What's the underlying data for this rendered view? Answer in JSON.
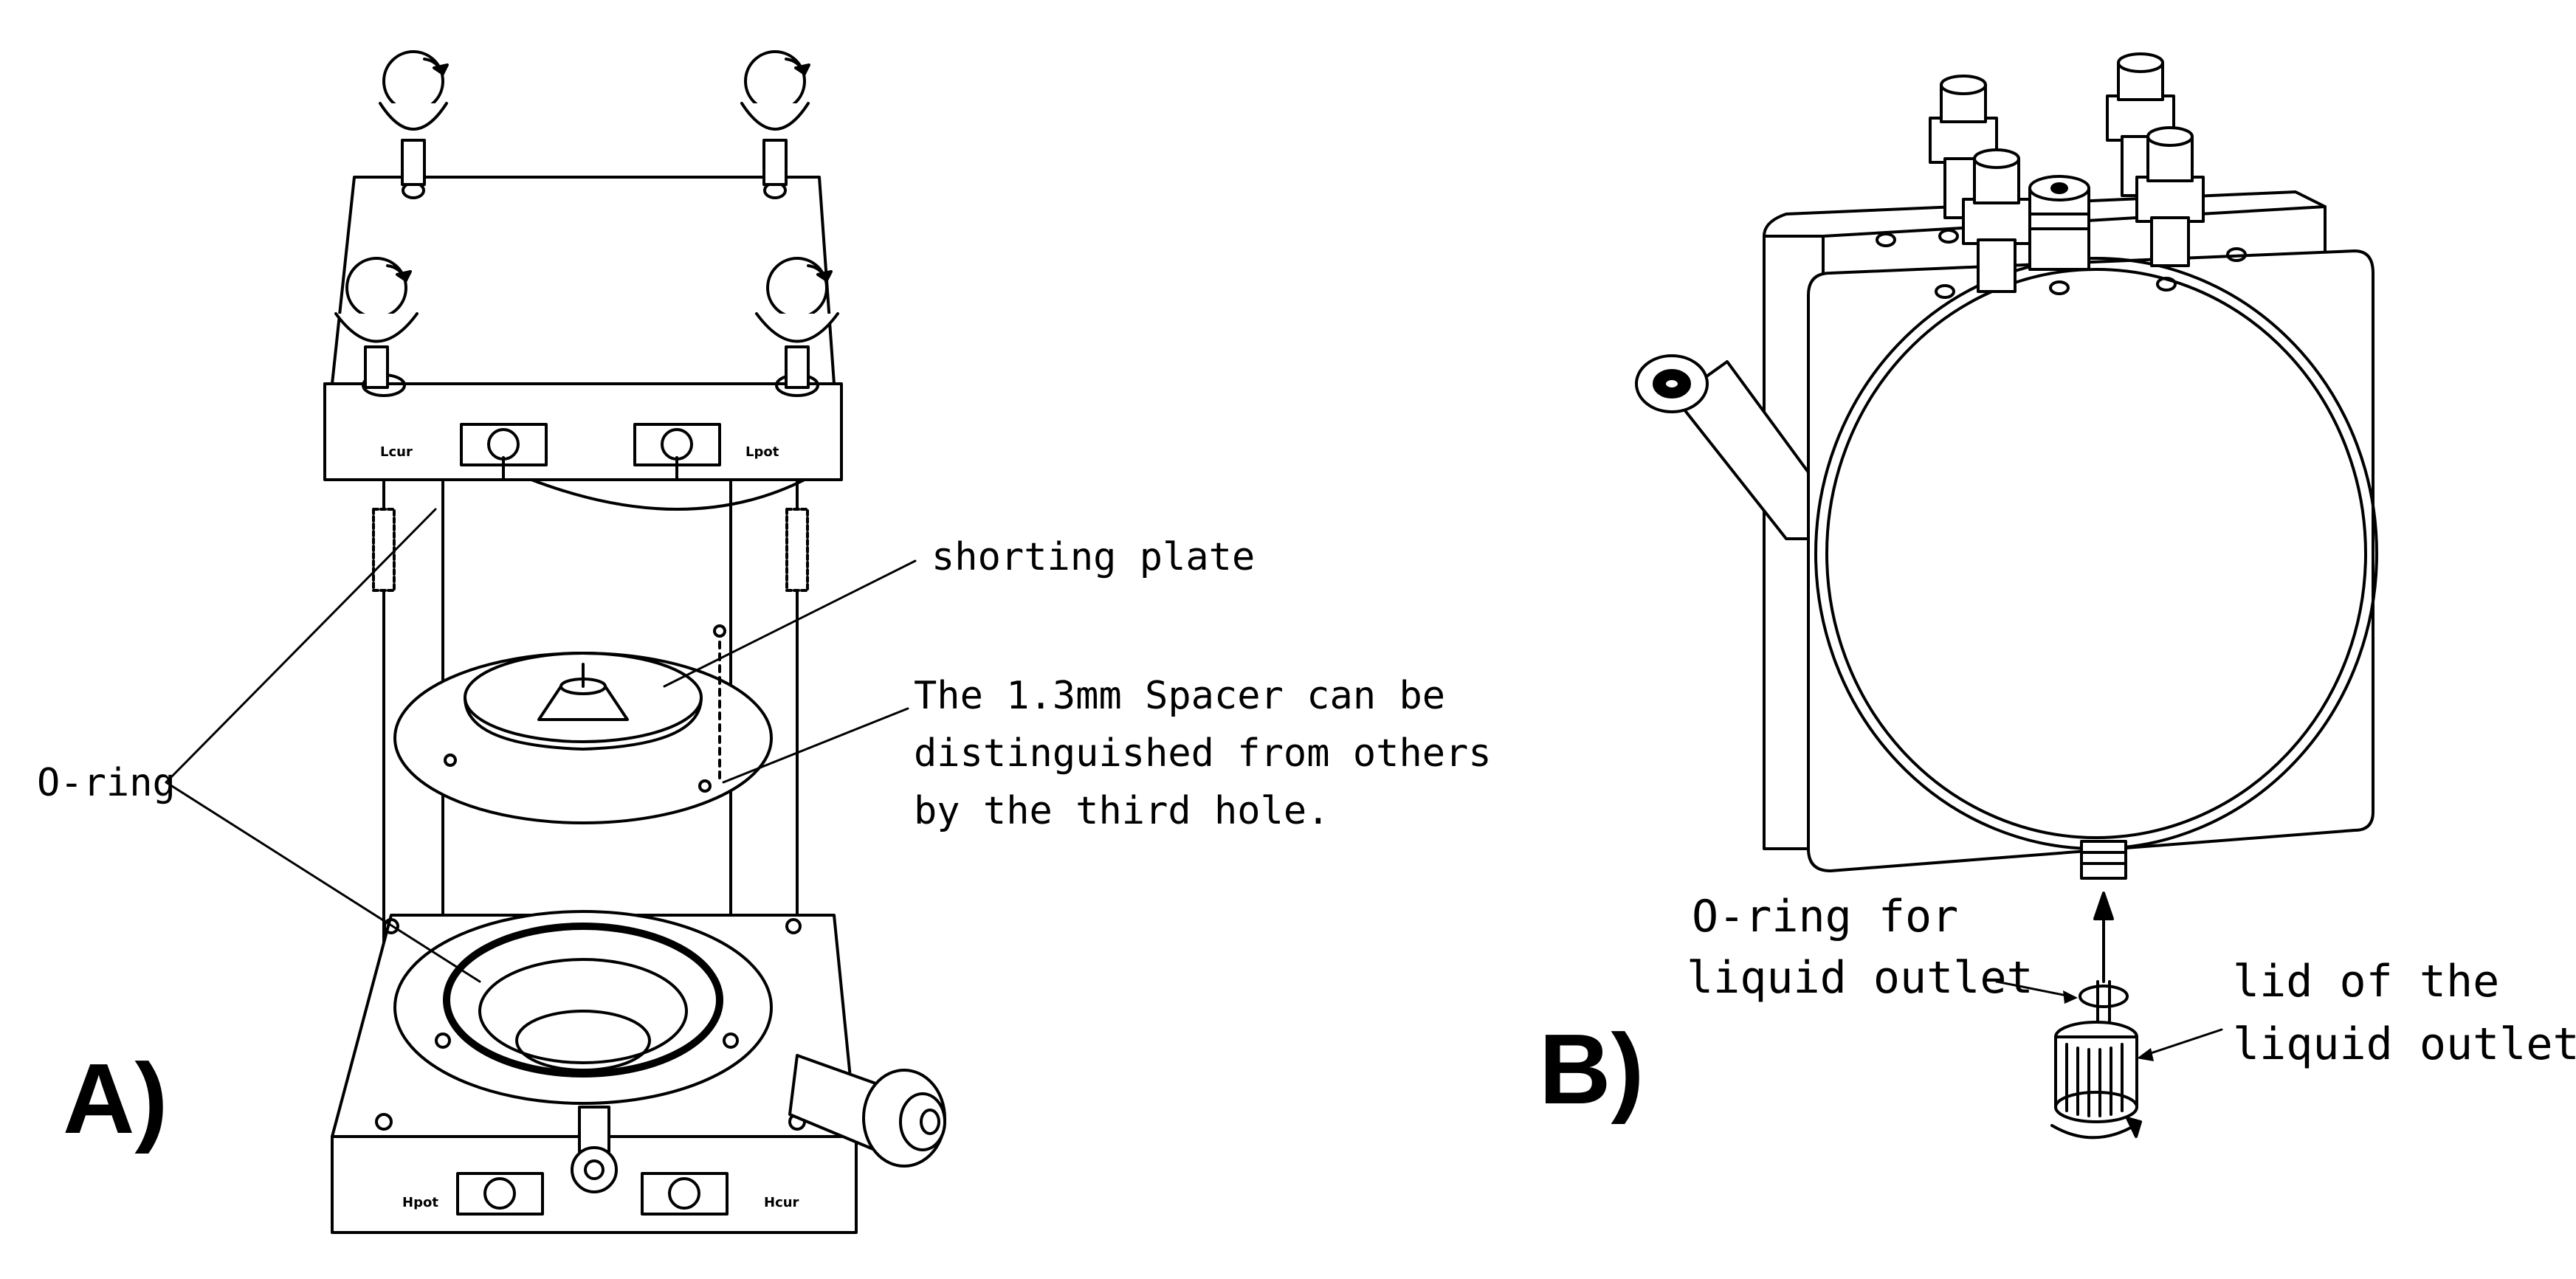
{
  "panel_a": {
    "label": "A)",
    "callouts": {
      "shorting_plate": "shorting plate",
      "spacer_line1": "The 1.3mm Spacer can be",
      "spacer_line2": "distinguished from others",
      "spacer_line3": "by the third hole.",
      "o_ring": "O-ring"
    },
    "connectors": {
      "top_left": "Lcur",
      "top_right": "Lpot",
      "bottom_left": "Hpot",
      "bottom_right": "Hcur"
    }
  },
  "panel_b": {
    "label": "B)",
    "callouts": {
      "o_ring_line1": "O-ring for",
      "o_ring_line2": "liquid outlet",
      "lid_line1": "lid of the",
      "lid_line2": "liquid outlet"
    }
  },
  "colors": {
    "ink": "#000000",
    "paper": "#ffffff"
  }
}
